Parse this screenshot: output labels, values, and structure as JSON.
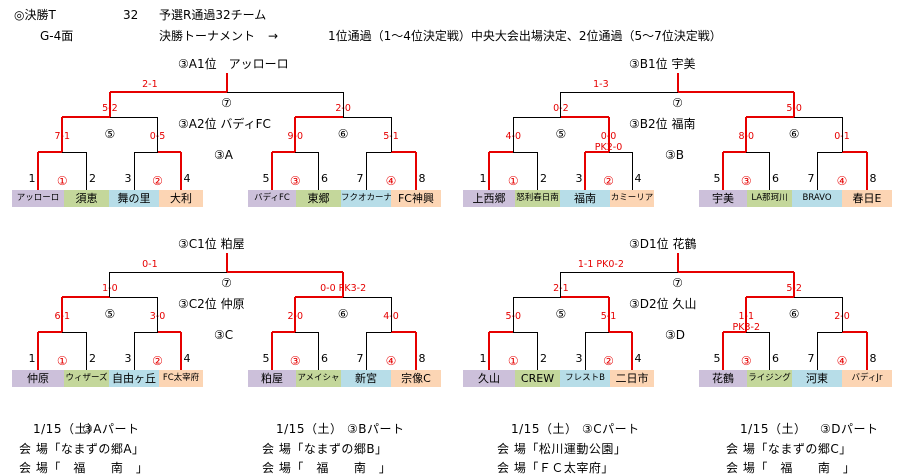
{
  "header": {
    "category": "◎決勝T",
    "count": "32",
    "desc": "予選R通過32チーム",
    "surface": "G-4面",
    "format": "決勝トーナメント",
    "arrow": "→",
    "note": "1位通過（1～4位決定戦）中央大会出場決定、2位通過（5～7位決定戦）"
  },
  "colors": {
    "win_line": "#e60000",
    "lose_line": "#000000",
    "score": "#e60000"
  },
  "blocks": [
    {
      "id": "A",
      "label": "③A",
      "first": "③A1位　アッローロ",
      "second": "③A2位 バディFC",
      "final_match": "⑦",
      "final_score": "2-1",
      "semis": [
        {
          "match": "⑤",
          "score": "5-2"
        },
        {
          "match": "⑥",
          "score": "2-0"
        }
      ],
      "r1": [
        {
          "match": "①",
          "score": "7-1"
        },
        {
          "match": "②",
          "score": "0-5"
        },
        {
          "match": "③",
          "score": "9-0"
        },
        {
          "match": "④",
          "score": "5-1"
        }
      ],
      "teams": [
        {
          "num": "1",
          "name": "アッローロ"
        },
        {
          "num": "2",
          "name": "須恵"
        },
        {
          "num": "3",
          "name": "舞の里"
        },
        {
          "num": "4",
          "name": "大利"
        },
        {
          "num": "5",
          "name": "バディFC"
        },
        {
          "num": "6",
          "name": "東郷"
        },
        {
          "num": "7",
          "name": "フクオカーナ"
        },
        {
          "num": "8",
          "name": "FC神興"
        }
      ],
      "footer": {
        "date": "1/15（土）",
        "part": "③Aパート",
        "venue1": "会 場「なまずの郷A」",
        "venue2": "会 場「　福　　南　」"
      }
    },
    {
      "id": "B",
      "label": "③B",
      "first": "③B1位 宇美",
      "second": "③B2位 福南",
      "final_match": "⑦",
      "final_score": "1-3",
      "semis": [
        {
          "match": "⑤",
          "score": "0-2"
        },
        {
          "match": "⑥",
          "score": "5-0"
        }
      ],
      "r1": [
        {
          "match": "①",
          "score": "4-0"
        },
        {
          "match": "②",
          "score": "0-0\nPK2-0"
        },
        {
          "match": "③",
          "score": "8-0"
        },
        {
          "match": "④",
          "score": "0-1"
        }
      ],
      "teams": [
        {
          "num": "1",
          "name": "上西郷"
        },
        {
          "num": "2",
          "name": "怒利春日南"
        },
        {
          "num": "3",
          "name": "福南"
        },
        {
          "num": "4",
          "name": "カミーリア"
        },
        {
          "num": "5",
          "name": "宇美"
        },
        {
          "num": "6",
          "name": "LA那珂川"
        },
        {
          "num": "7",
          "name": "BRAVO"
        },
        {
          "num": "8",
          "name": "春日E"
        }
      ],
      "footer": {
        "date": "1/15（土）",
        "part": "③Bパート",
        "venue1": "会 場「なまずの郷B」",
        "venue2": "会 場「　福　　南　」"
      }
    },
    {
      "id": "C",
      "label": "③C",
      "first": "③C1位 粕屋",
      "second": "③C2位 仲原",
      "final_match": "⑦",
      "final_score": "0-1",
      "semis": [
        {
          "match": "⑤",
          "score": "1-0"
        },
        {
          "match": "⑥",
          "score": "0-0 PK3-2"
        }
      ],
      "r1": [
        {
          "match": "①",
          "score": "6-1"
        },
        {
          "match": "②",
          "score": "3-0"
        },
        {
          "match": "③",
          "score": "2-0"
        },
        {
          "match": "④",
          "score": "4-0"
        }
      ],
      "teams": [
        {
          "num": "1",
          "name": "仲原"
        },
        {
          "num": "2",
          "name": "ウィザーズ"
        },
        {
          "num": "3",
          "name": "自由ヶ丘"
        },
        {
          "num": "4",
          "name": "FC太宰府"
        },
        {
          "num": "5",
          "name": "粕屋"
        },
        {
          "num": "6",
          "name": "アメイシャ"
        },
        {
          "num": "7",
          "name": "新宮"
        },
        {
          "num": "8",
          "name": "宗像C"
        }
      ],
      "footer": {
        "date": "1/15（土）",
        "part": "③Cパート",
        "venue1": "会 場「松川運動公園」",
        "venue2": "会 場「ＦＣ太宰府」"
      }
    },
    {
      "id": "D",
      "label": "③D",
      "first": "③D1位 花鶴",
      "second": "③D2位 久山",
      "final_match": "⑦",
      "final_score": "1-1 PK0-2",
      "semis": [
        {
          "match": "⑤",
          "score": "2-1"
        },
        {
          "match": "⑥",
          "score": "5-2"
        }
      ],
      "r1": [
        {
          "match": "①",
          "score": "5-0"
        },
        {
          "match": "②",
          "score": "5-1"
        },
        {
          "match": "③",
          "score": "1-1\nPK3-2"
        },
        {
          "match": "④",
          "score": "2-0"
        }
      ],
      "teams": [
        {
          "num": "1",
          "name": "久山"
        },
        {
          "num": "2",
          "name": "CREW"
        },
        {
          "num": "3",
          "name": "フレストB"
        },
        {
          "num": "4",
          "name": "二日市"
        },
        {
          "num": "5",
          "name": "花鶴"
        },
        {
          "num": "6",
          "name": "ライジング"
        },
        {
          "num": "7",
          "name": "河東"
        },
        {
          "num": "8",
          "name": "バディJr"
        }
      ],
      "footer": {
        "date": "1/15（土）",
        "part": "③Dパート",
        "venue1": "会 場「なまずの郷C」",
        "venue2": "会 場「　福　　南　」"
      }
    }
  ]
}
